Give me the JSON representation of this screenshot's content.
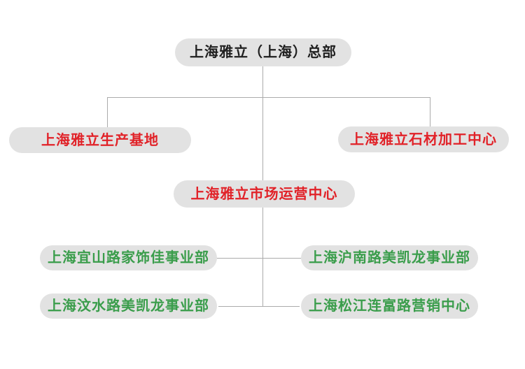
{
  "theme": {
    "canvas_background": "#ffffff",
    "node_background": "#e2e2e2",
    "connector_color": "#ababab"
  },
  "nodes": {
    "hq": {
      "label": "上海雅立（上海）总部",
      "color": "#1f1f1f"
    },
    "production_base": {
      "label": "上海雅立生产基地",
      "color": "#e12228"
    },
    "stone_center": {
      "label": "上海雅立石材加工中心",
      "color": "#e12228"
    },
    "market_center": {
      "label": "上海雅立市场运营中心",
      "color": "#e12228"
    },
    "yishan_division": {
      "label": "上海宜山路家饰佳事业部",
      "color": "#3a9d4b"
    },
    "hunan_division": {
      "label": "上海沪南路美凯龙事业部",
      "color": "#3a9d4b"
    },
    "wenshui_division": {
      "label": "上海汶水路美凯龙事业部",
      "color": "#3a9d4b"
    },
    "songjiang_center": {
      "label": "上海松江连富路营销中心",
      "color": "#3a9d4b"
    }
  },
  "hierarchy": [
    {
      "parent": "上海雅立（上海）总部",
      "children": [
        "上海雅立生产基地",
        "上海雅立石材加工中心",
        "上海雅立市场运营中心"
      ]
    },
    {
      "parent": "上海雅立市场运营中心",
      "children": [
        "上海宜山路家饰佳事业部",
        "上海沪南路美凯龙事业部",
        "上海汶水路美凯龙事业部",
        "上海松江连富路营销中心"
      ]
    }
  ]
}
